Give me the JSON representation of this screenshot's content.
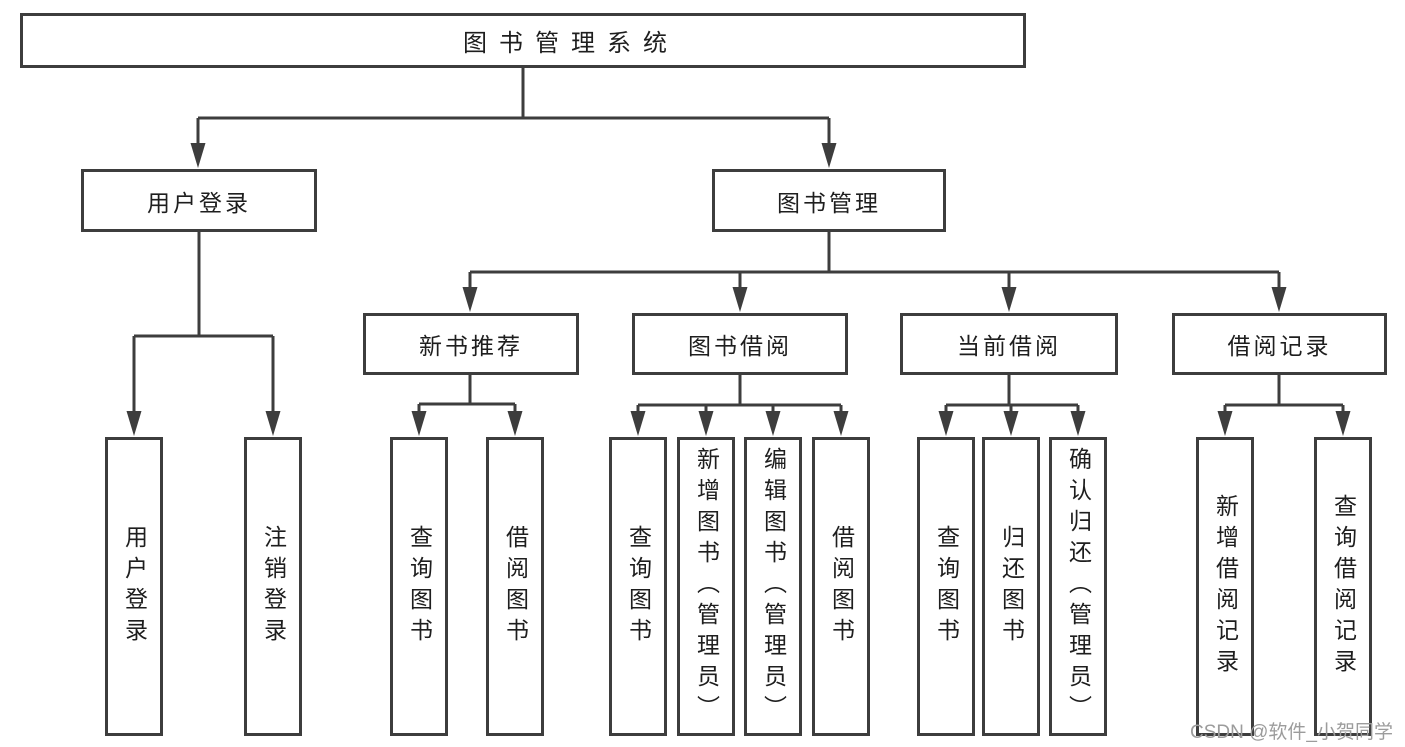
{
  "title": "图书管理系统",
  "watermark": "CSDN @软件_小贺同学",
  "colors": {
    "line": "#3d3d3d",
    "text": "#1e1e1e",
    "box_bg": "#ffffff",
    "watermark": "#9c9c9c"
  },
  "nodes": {
    "root": {
      "label": "图书管理系统"
    },
    "user_login": {
      "label": "用户登录"
    },
    "book_mgmt": {
      "label": "图书管理"
    },
    "login": {
      "label": "用户登录"
    },
    "logout": {
      "label": "注销登录"
    },
    "new_books": {
      "label": "新书推荐"
    },
    "book_borrow": {
      "label": "图书借阅"
    },
    "current_borrow": {
      "label": "当前借阅"
    },
    "borrow_records": {
      "label": "借阅记录"
    },
    "nb_query": {
      "label": "查询图书"
    },
    "nb_borrow": {
      "label": "借阅图书"
    },
    "bb_query": {
      "label": "查询图书"
    },
    "bb_add": {
      "label": "新增图书（管理员）"
    },
    "bb_edit": {
      "label": "编辑图书（管理员）"
    },
    "bb_borrow": {
      "label": "借阅图书"
    },
    "cb_query": {
      "label": "查询图书"
    },
    "cb_return": {
      "label": "归还图书"
    },
    "cb_confirm": {
      "label": "确认归还（管理员）"
    },
    "br_add": {
      "label": "新增借阅记录"
    },
    "br_query": {
      "label": "查询借阅记录"
    }
  }
}
